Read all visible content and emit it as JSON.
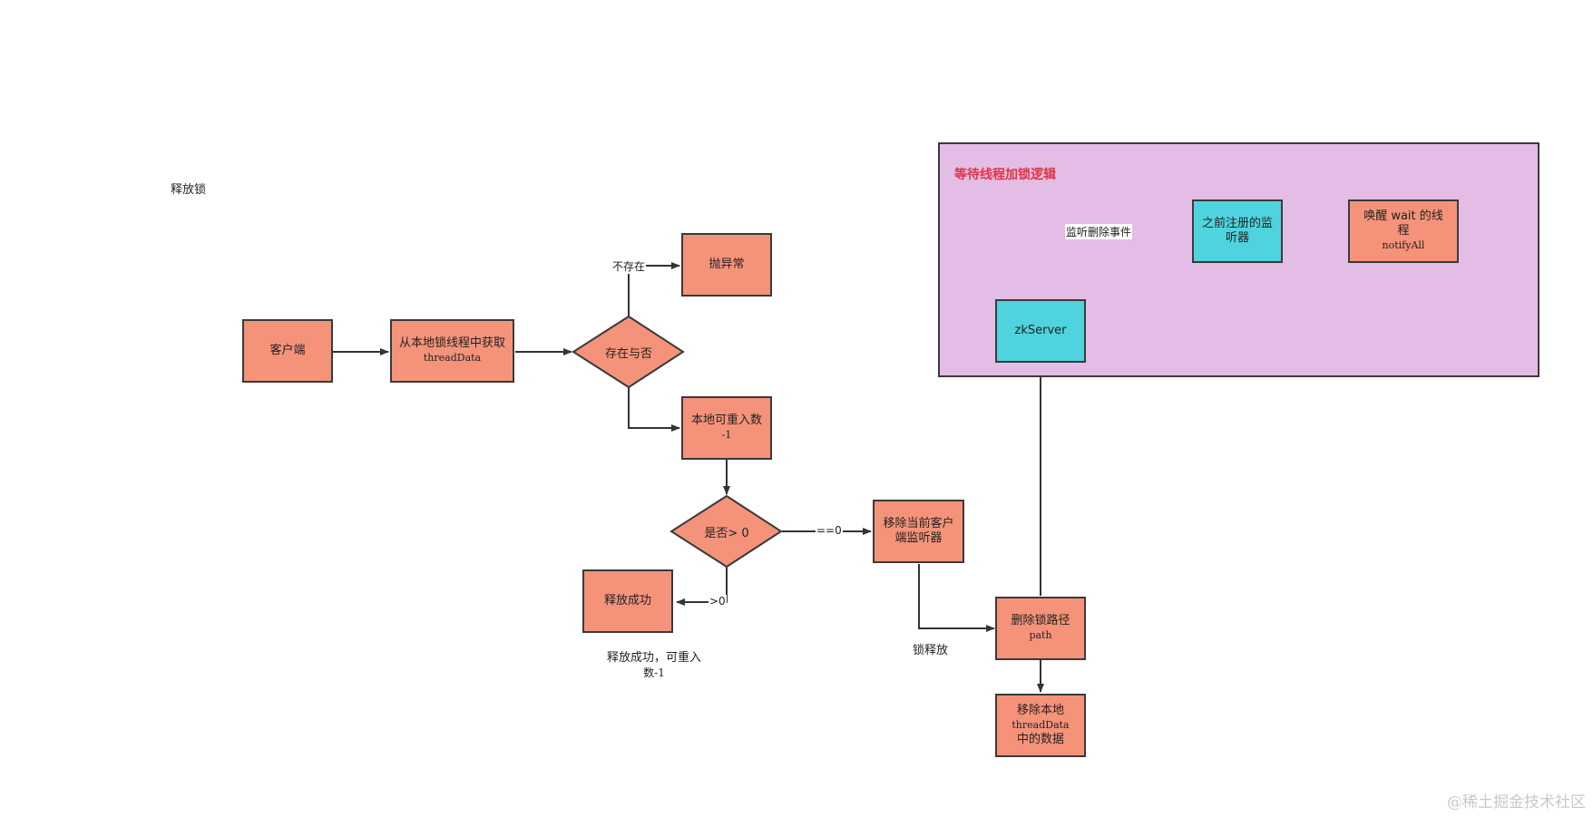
{
  "diagram": {
    "title": "释放锁",
    "group_title": "等待线程加锁逻辑",
    "nodes": {
      "client": "客户端",
      "fetch_line1": "从本地锁线程中获取",
      "fetch_line2": "threadData",
      "exists": "存在与否",
      "throw": "抛异常",
      "decrement_line1": "本地可重入数",
      "decrement_line2": "-1",
      "gt_zero": "是否> 0",
      "release_ok": "释放成功",
      "remove_listener_line1": "移除当前客户",
      "remove_listener_line2": "端监听器",
      "delete_path_line1": "删除锁路径",
      "delete_path_line2": "path",
      "remove_local_line1": "移除本地",
      "remove_local_line2": "threadData",
      "remove_local_line3": "中的数据",
      "zkserver": "zkServer",
      "prev_listener_line1": "之前注册的监",
      "prev_listener_line2": "听器",
      "wake_line1": "唤醒 wait 的线",
      "wake_line2": "程",
      "wake_line3": "notifyAll"
    },
    "edge_labels": {
      "not_exist": "不存在",
      "eq_zero": "==0",
      "gt_zero": ">0",
      "lock_released": "锁释放",
      "listen_delete": "监听删除事件"
    },
    "notes": {
      "release_note_line1": "释放成功，可重入",
      "release_note_line2": "数-1"
    }
  },
  "watermark": "@稀土掘金技术社区",
  "colors": {
    "box_fill": "#f4937a",
    "server_fill": "#4fd3df",
    "group_fill": "#e3bde6",
    "group_title": "#e03545",
    "stroke": "#3a3a3a"
  }
}
